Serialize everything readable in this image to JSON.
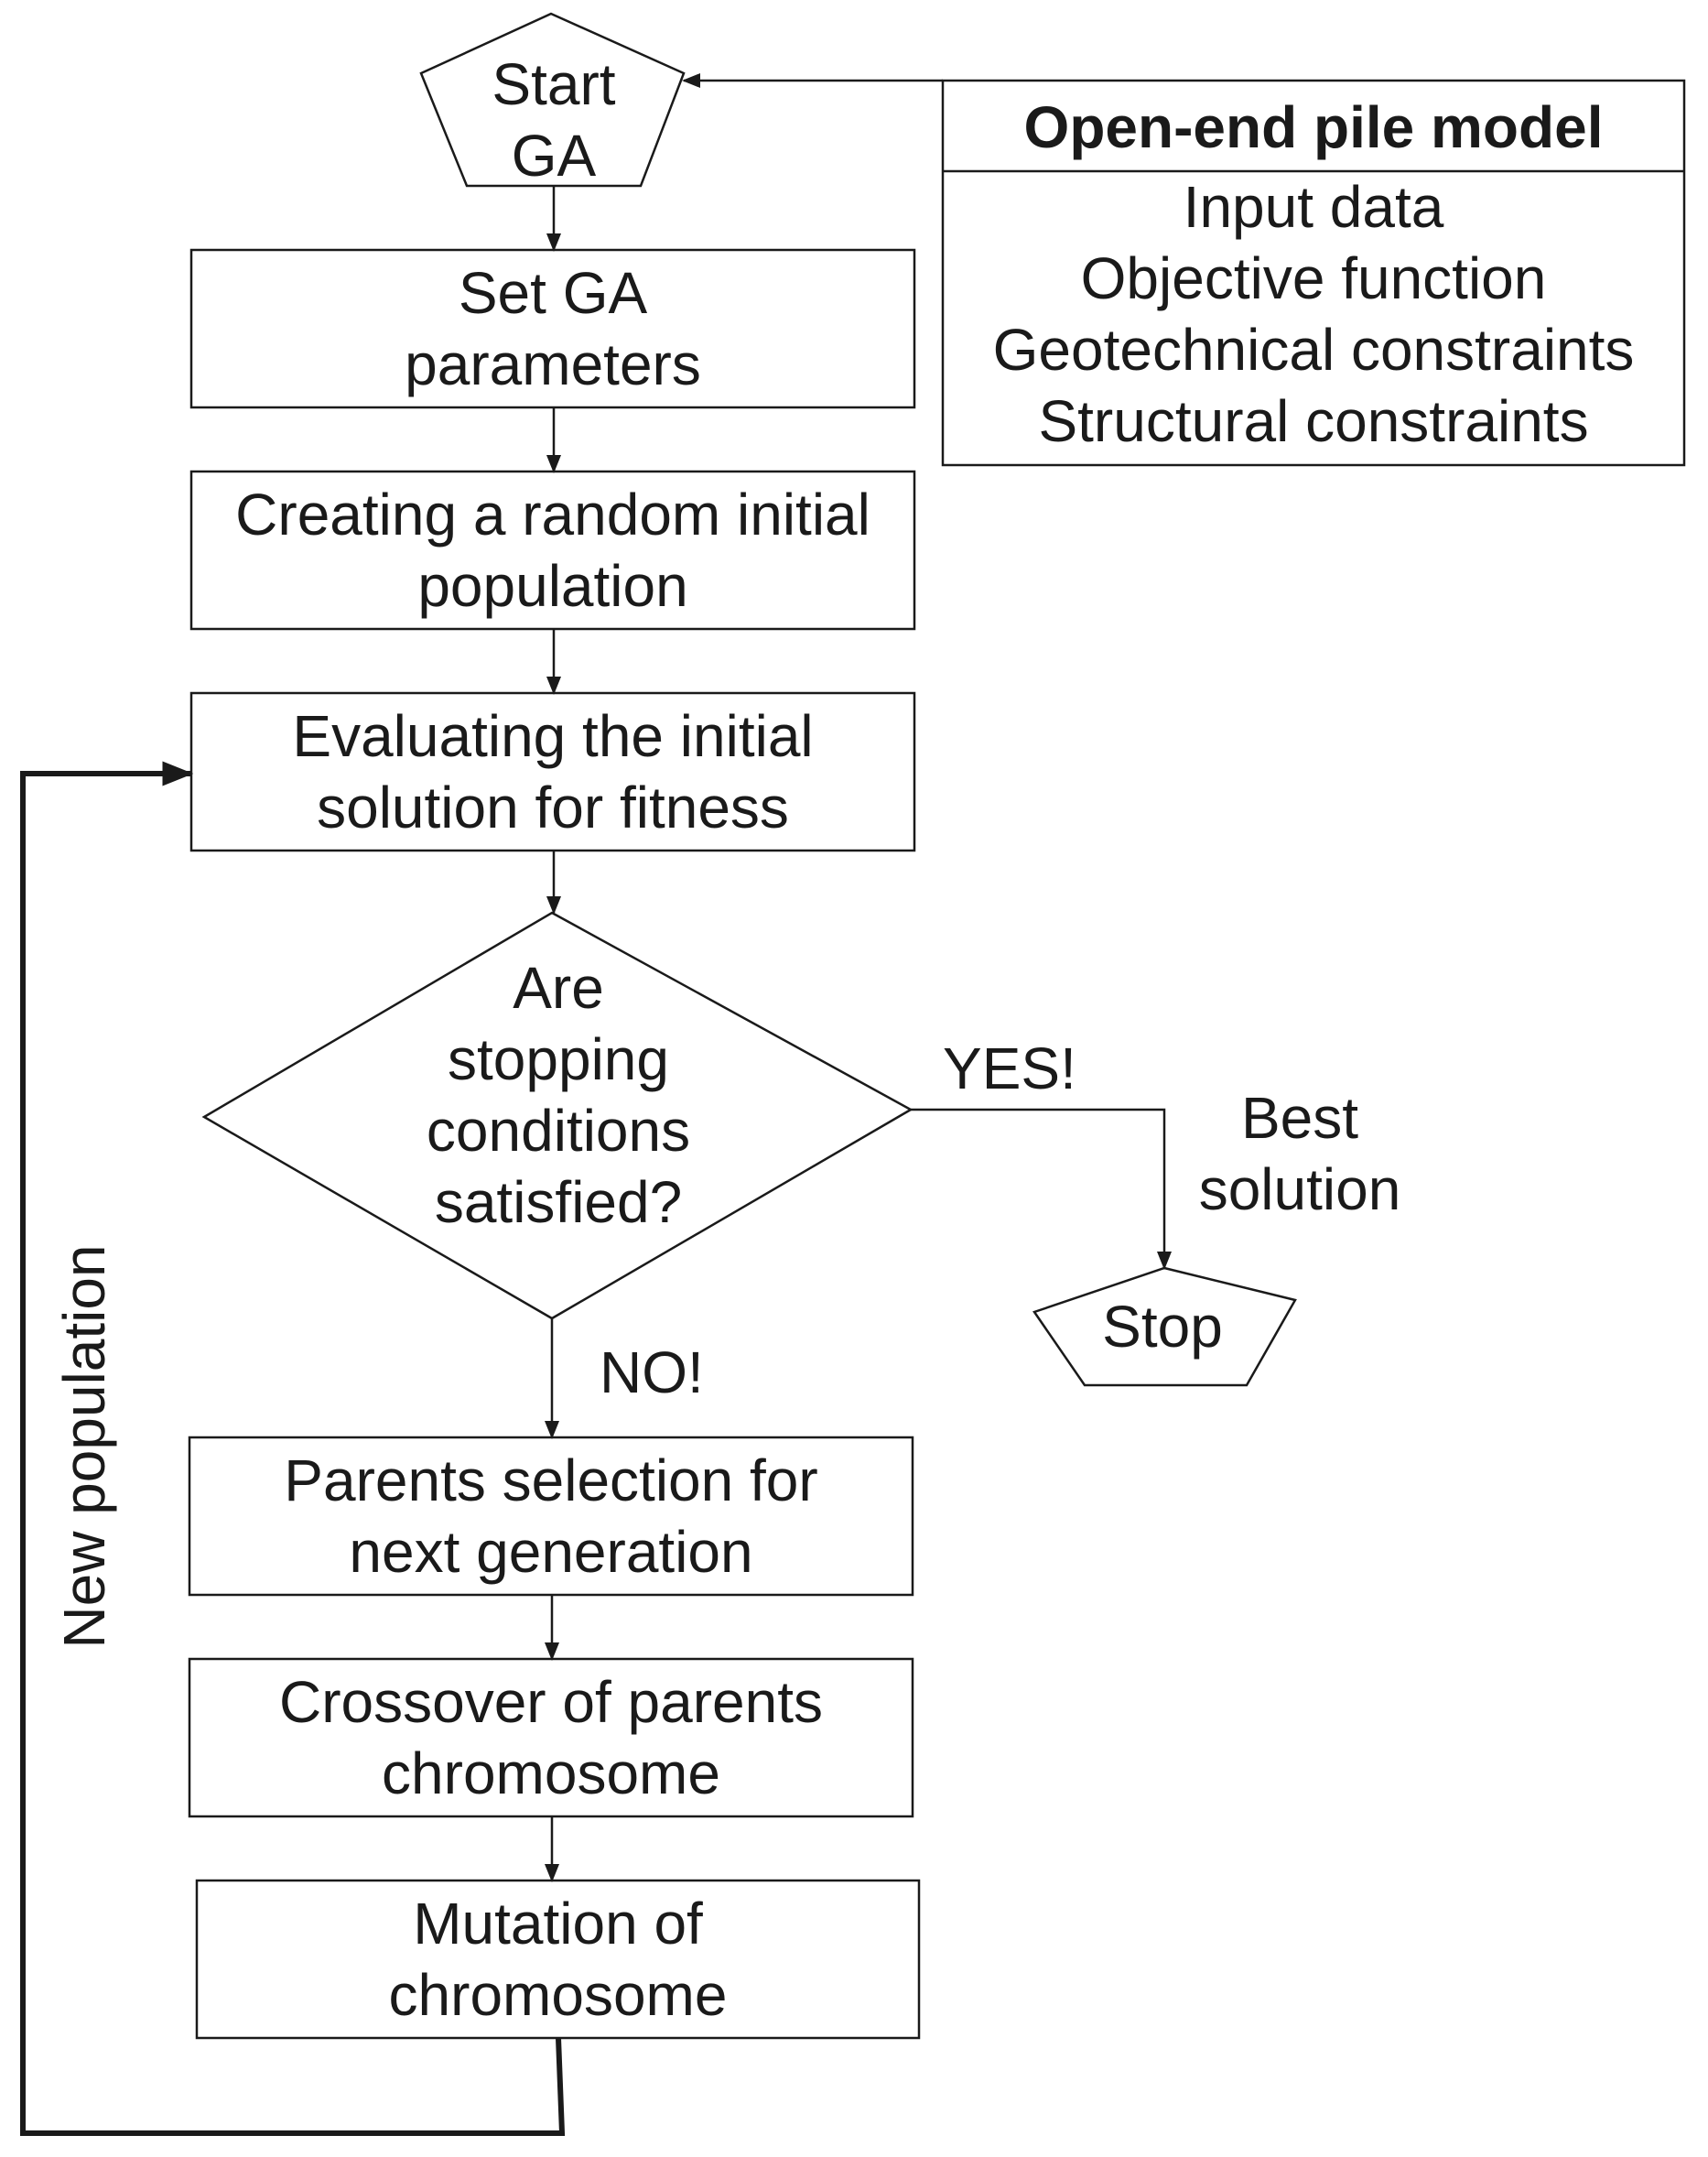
{
  "start": {
    "line1": "Start",
    "line2": "GA"
  },
  "model": {
    "title": "Open-end pile model",
    "items": [
      "Input data",
      "Objective function",
      "Geotechnical constraints",
      "Structural constraints"
    ]
  },
  "steps": {
    "set_params": [
      "Set GA",
      "parameters"
    ],
    "create_pop": [
      "Creating a random initial",
      "population"
    ],
    "evaluate": [
      "Evaluating the initial",
      "solution for fitness"
    ],
    "parents": [
      "Parents selection for",
      "next generation"
    ],
    "crossover": [
      "Crossover of parents",
      "chromosome"
    ],
    "mutation": [
      "Mutation of",
      "chromosome"
    ]
  },
  "decision": {
    "lines": [
      "Are",
      "stopping",
      "conditions",
      "satisfied?"
    ]
  },
  "labels": {
    "yes": "YES!",
    "no": "NO!",
    "best": [
      "Best",
      "solution"
    ],
    "new_population": "New population"
  },
  "stop": {
    "label": "Stop"
  }
}
